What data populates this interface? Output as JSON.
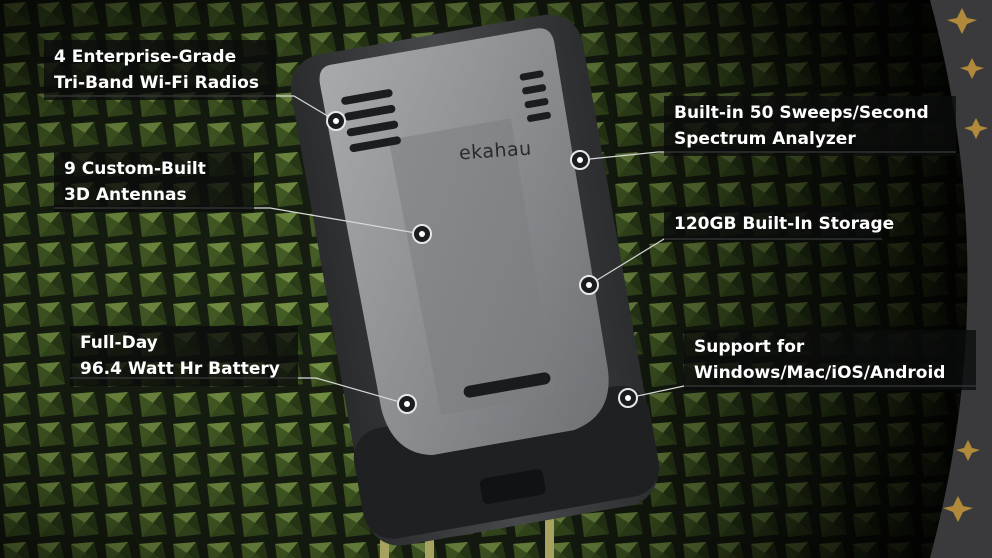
{
  "device": {
    "logo_text": "ekahau"
  },
  "callouts": {
    "radios": {
      "lines": [
        "4 Enterprise-Grade",
        "Tri-Band Wi-Fi Radios"
      ]
    },
    "antennas": {
      "lines": [
        "9 Custom-Built",
        "3D Antennas"
      ]
    },
    "battery": {
      "lines": [
        "Full-Day",
        "96.4 Watt Hr Battery"
      ]
    },
    "spectrum": {
      "lines": [
        "Built-in 50 Sweeps/Second",
        "Spectrum Analyzer"
      ]
    },
    "storage": {
      "lines": [
        "120GB Built-In Storage"
      ]
    },
    "support": {
      "lines": [
        "Support for",
        "Windows/Mac/iOS/Android"
      ]
    }
  },
  "colors": {
    "foam_green": "#6f8f3f",
    "foam_dark": "#1c2614",
    "device_body": "#3a3b3d",
    "device_panel": "#8d8e90",
    "label_text": "#ffffff",
    "leader_line": "#d8d8d8"
  }
}
